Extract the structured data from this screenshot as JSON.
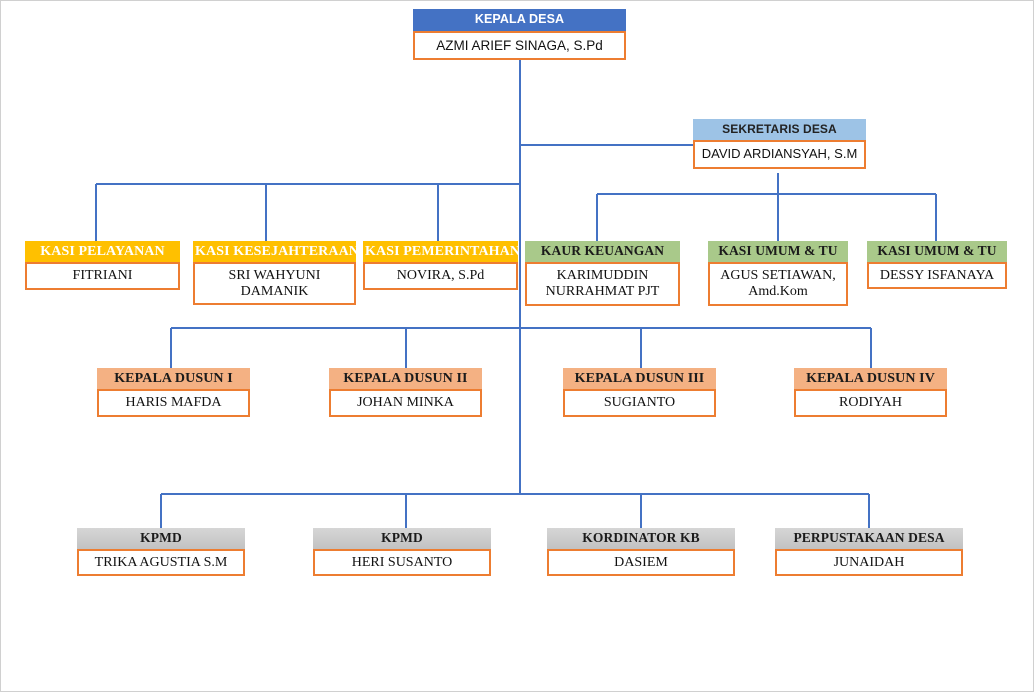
{
  "chart_type": "organization-chart",
  "theme": {
    "wire_color": "#4472C4",
    "name_border": "#ED7D31",
    "kepala_desa_fill": "#4472C4",
    "sekretaris_fill": "#9DC3E6",
    "kasi_fill": "#FFC000",
    "kaur_fill": "#A9C98A",
    "dusun_fill": "#F4B183",
    "lembaga_fill": "#C9C9C9",
    "page_border": "#D0D0D0"
  },
  "nodes": {
    "kepala_desa": {
      "title": "KEPALA DESA",
      "name": "AZMI ARIEF SINAGA, S.Pd"
    },
    "sekretaris": {
      "title": "SEKRETARIS DESA",
      "name": "DAVID ARDIANSYAH, S.M"
    },
    "kasi_pelayanan": {
      "title": "KASI PELAYANAN",
      "name": "FITRIANI"
    },
    "kasi_kesejahteraan": {
      "title": "KASI KESEJAHTERAAN",
      "name": "SRI WAHYUNI DAMANIK"
    },
    "kasi_pemerintahan": {
      "title": "KASI PEMERINTAHAN",
      "name": "NOVIRA, S.Pd"
    },
    "kaur_keuangan": {
      "title": "KAUR KEUANGAN",
      "name": "KARIMUDDIN NURRAHMAT PJT"
    },
    "kasi_umum_tu_1": {
      "title": "KASI UMUM & TU",
      "name": "AGUS SETIAWAN, Amd.Kom"
    },
    "kasi_umum_tu_2": {
      "title": "KASI UMUM & TU",
      "name": "DESSY ISFANAYA"
    },
    "dusun_1": {
      "title": "KEPALA DUSUN I",
      "name": "HARIS MAFDA"
    },
    "dusun_2": {
      "title": "KEPALA DUSUN II",
      "name": "JOHAN MINKA"
    },
    "dusun_3": {
      "title": "KEPALA DUSUN III",
      "name": "SUGIANTO"
    },
    "dusun_4": {
      "title": "KEPALA DUSUN IV",
      "name": "RODIYAH"
    },
    "kpmd_1": {
      "title": "KPMD",
      "name": "TRIKA AGUSTIA S.M"
    },
    "kpmd_2": {
      "title": "KPMD",
      "name": "HERI SUSANTO"
    },
    "kordinator": {
      "title": "KORDINATOR KB",
      "name": "DASIEM"
    },
    "perpustakaan": {
      "title": "PERPUSTAKAAN DESA",
      "name": "JUNAIDAH"
    }
  }
}
